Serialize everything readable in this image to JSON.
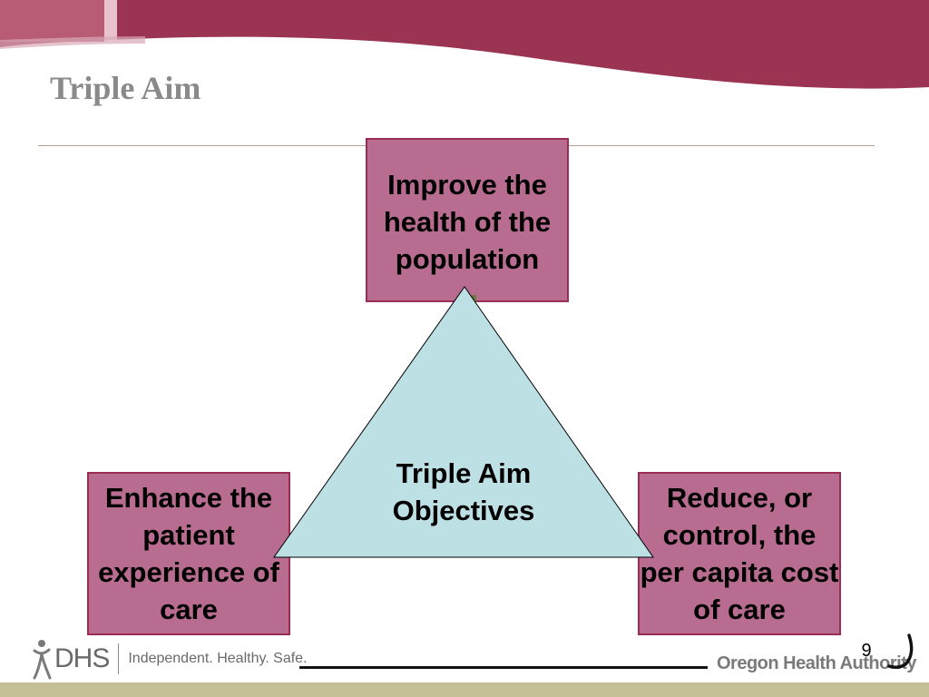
{
  "slide": {
    "title": "Triple Aim",
    "page_number": "9"
  },
  "diagram": {
    "center_label": "Triple Aim Objectives",
    "top_box": "Improve the health of the population",
    "left_box": "Enhance the patient experience of care",
    "right_box": "Reduce, or control, the per capita cost of care"
  },
  "footer": {
    "dhs_text": "DHS",
    "dhs_tagline": "Independent. Healthy. Safe.",
    "oha_text": "Oregon Health Authority"
  },
  "colors": {
    "banner": "#9b3452",
    "box_fill": "#b86c8f",
    "box_border": "#9b2d55",
    "triangle_fill": "#bde0e4",
    "title_gray": "#8a8a8a",
    "footer_band": "#c5bf95"
  },
  "icons": {
    "dhs_logo": "dhs-figure-icon",
    "oha_logo": "oha-swoosh-icon"
  }
}
